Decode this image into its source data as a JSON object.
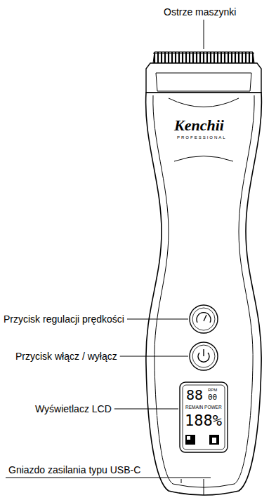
{
  "diagram": {
    "labels": [
      "Ostrze maszynki",
      "Kenchii",
      "PROFESSIONAL",
      "Przycisk regulacji prędkości",
      "Przycisk włącz / wyłącz",
      "Wyświetlacz LCD",
      "88",
      "RPM",
      "00",
      "REMAIN POWER",
      "188%",
      "Gniazdo zasilania typu USB-C"
    ]
  }
}
